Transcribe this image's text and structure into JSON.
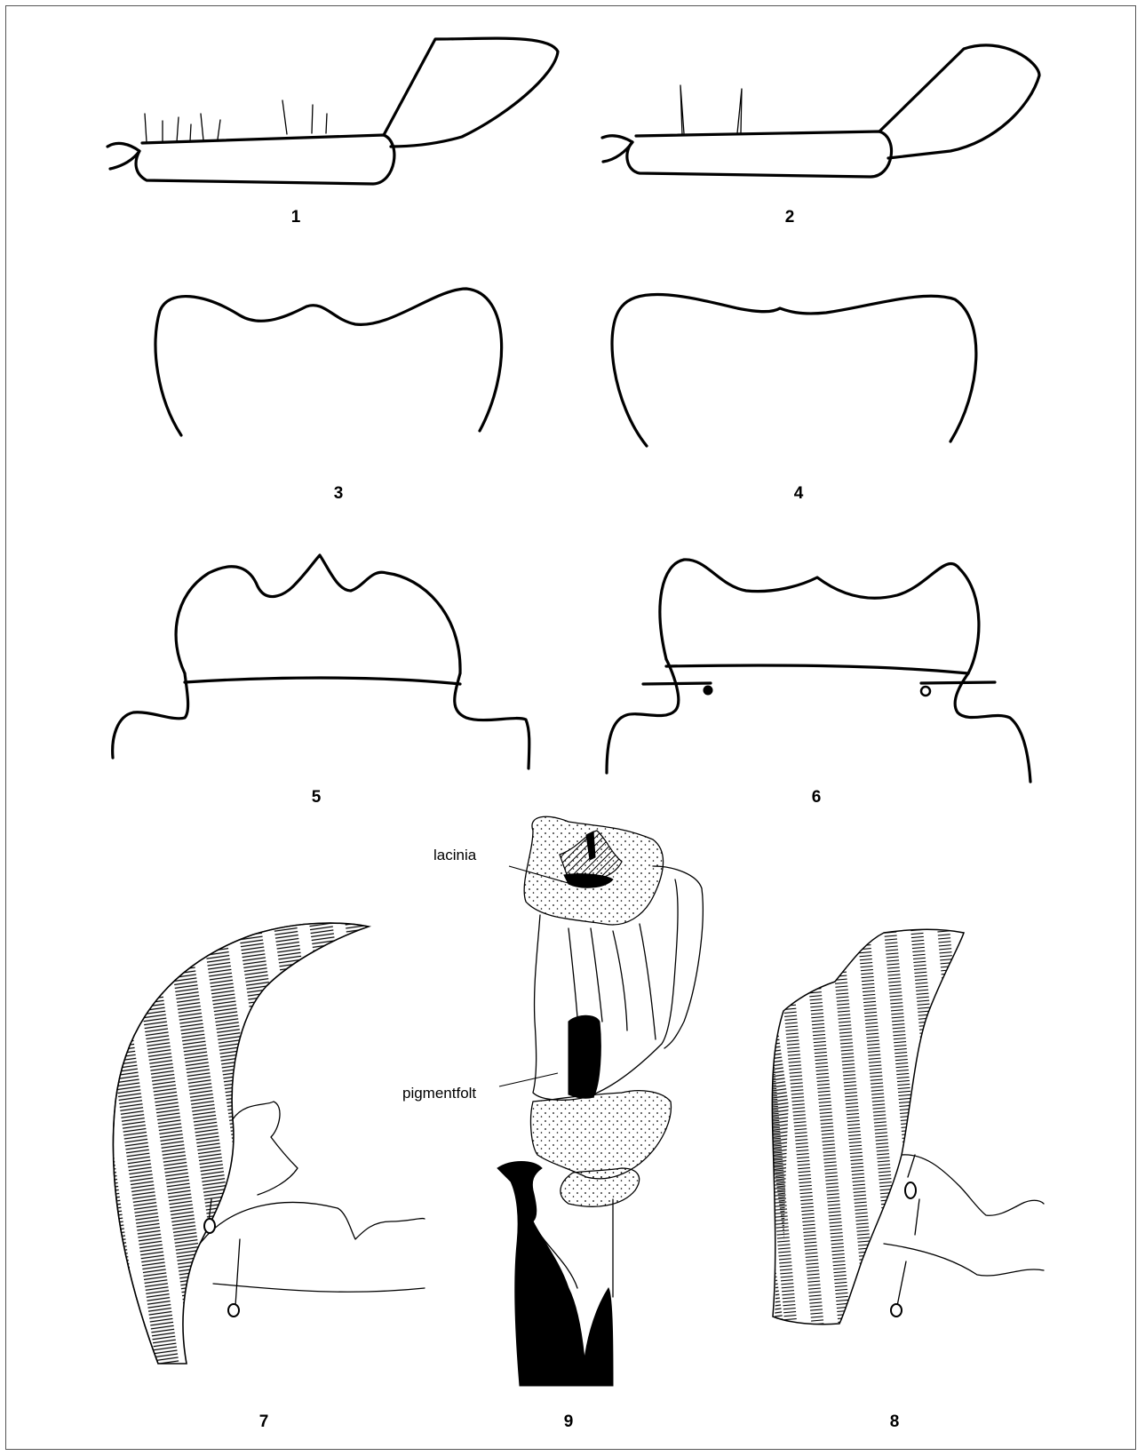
{
  "figures": {
    "fig1": {
      "label": "1"
    },
    "fig2": {
      "label": "2"
    },
    "fig3": {
      "label": "3"
    },
    "fig4": {
      "label": "4"
    },
    "fig5": {
      "label": "5"
    },
    "fig6": {
      "label": "6"
    },
    "fig7": {
      "label": "7"
    },
    "fig9": {
      "label": "9"
    },
    "fig8": {
      "label": "8"
    }
  },
  "annotations": {
    "lacinia": "lacinia",
    "pigmentfolt": "pigmentfolt"
  },
  "colors": {
    "ink": "#000000",
    "paper": "#ffffff",
    "frame": "#555555"
  }
}
